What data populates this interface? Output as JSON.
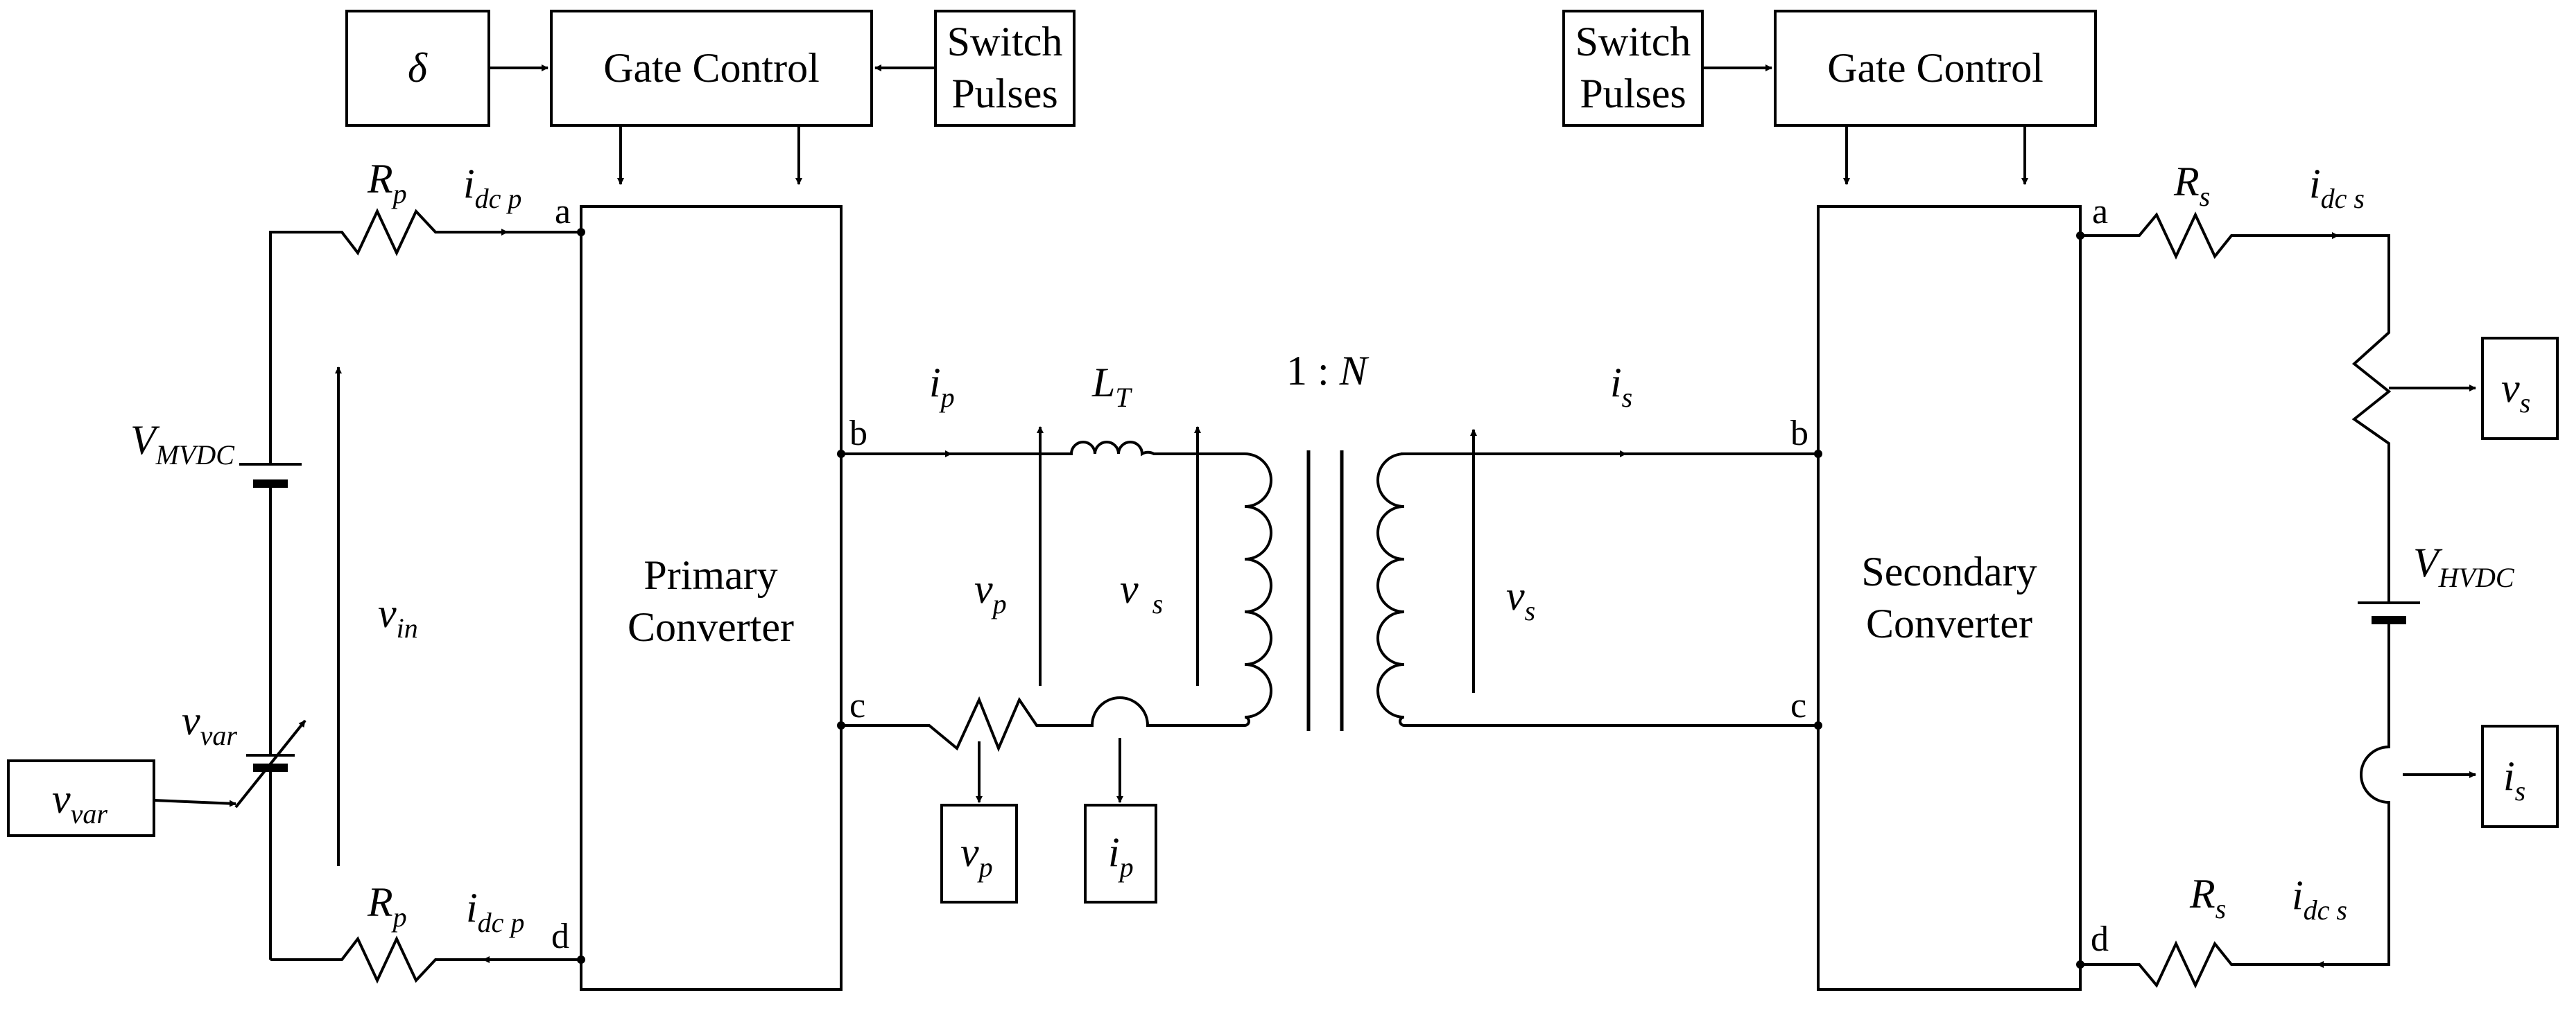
{
  "blocks": {
    "delta": "δ",
    "gate_control_left": "Gate Control",
    "switch_pulses_left_1": "Switch",
    "switch_pulses_left_2": "Pulses",
    "switch_pulses_right_1": "Switch",
    "switch_pulses_right_2": "Pulses",
    "gate_control_right": "Gate Control",
    "primary_1": "Primary",
    "primary_2": "Converter",
    "secondary_1": "Secondary",
    "secondary_2": "Converter"
  },
  "nodes": {
    "pa": "a",
    "pb": "b",
    "pc": "c",
    "pd": "d",
    "sa": "a",
    "sb": "b",
    "sc": "c",
    "sd": "d"
  },
  "labels": {
    "rp_top": "R",
    "rp_top_sub": "p",
    "rp_bot": "R",
    "rp_bot_sub": "p",
    "idcp_top": "i",
    "idcp_top_sub": "dc p",
    "idcp_bot": "i",
    "idcp_bot_sub": "dc p",
    "vmvdc": "V",
    "vmvdc_sub": "MVDC",
    "vin": "v",
    "vin_sub": "in",
    "vvar_src": "v",
    "vvar_src_sub": "var",
    "vvar_box": "v",
    "vvar_box_sub": "var",
    "ip": "i",
    "ip_sub": "p",
    "lt": "L",
    "lt_sub": "T",
    "vp": "v",
    "vp_sub": "p",
    "vs_mid": "v",
    "vs_mid_sub": "s",
    "ratio": "1 : ",
    "ratio_n": "N",
    "is": "i",
    "is_sub": "s",
    "vs_sec": "v",
    "vs_sec_sub": "s",
    "vp_box": "v",
    "vp_box_sub": "p",
    "ip_box": "i",
    "ip_box_sub": "p",
    "rs_top": "R",
    "rs_top_sub": "s",
    "rs_bot": "R",
    "rs_bot_sub": "s",
    "idcs_top": "i",
    "idcs_top_sub": "dc s",
    "idcs_bot": "i",
    "idcs_bot_sub": "dc s",
    "vs_box": "v",
    "vs_box_sub": "s",
    "vhvdc": "V",
    "vhvdc_sub": "HVDC",
    "is_box": "i",
    "is_box_sub": "s"
  }
}
